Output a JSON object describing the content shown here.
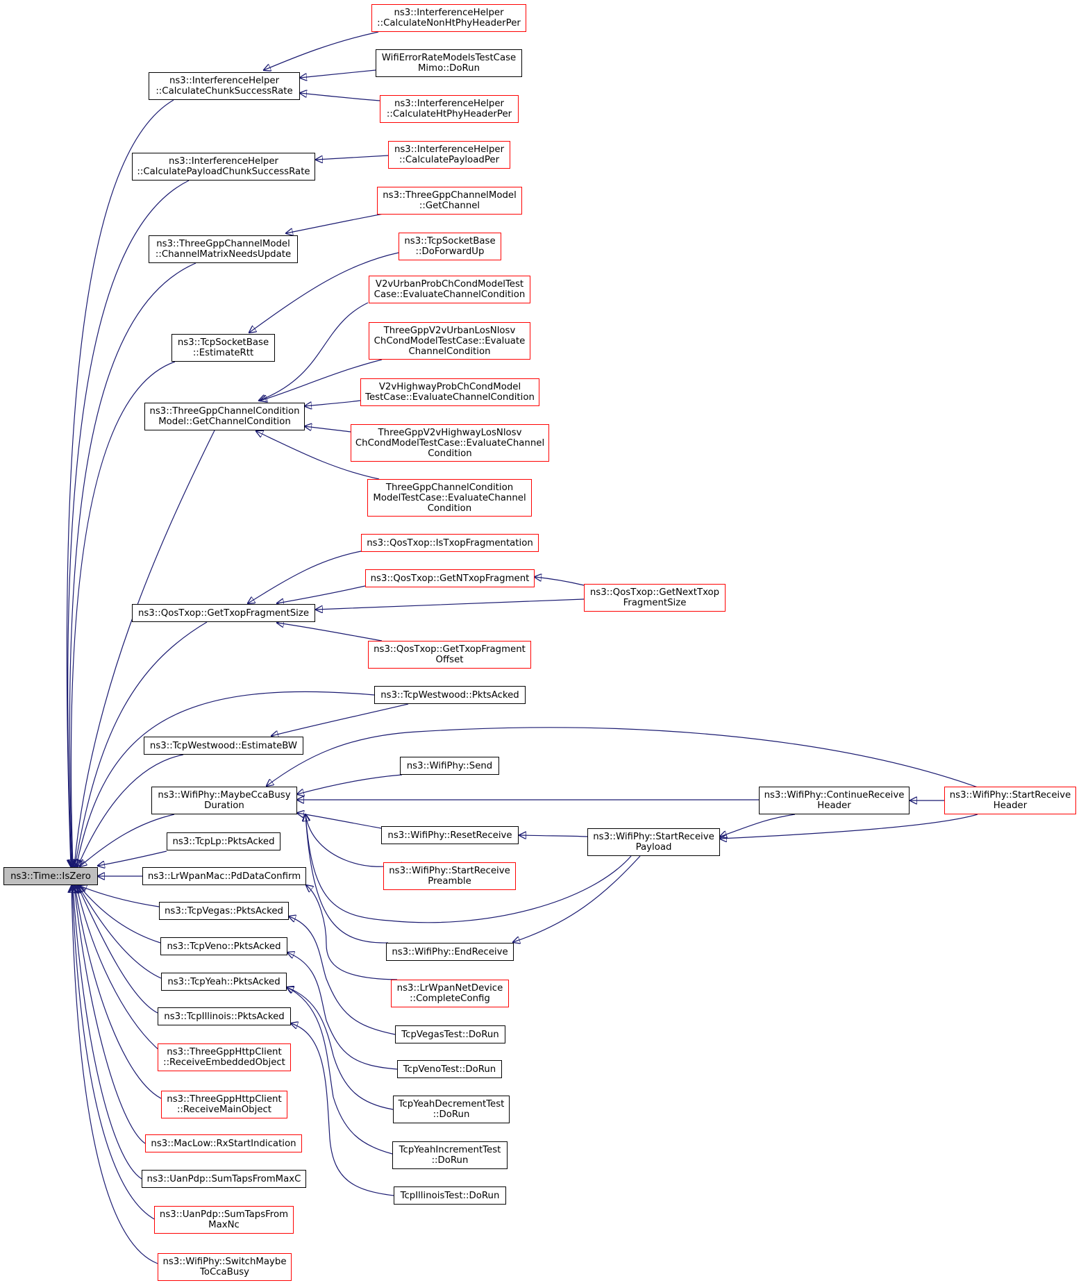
{
  "colors": {
    "edge": "#191970",
    "box_border": "#000000",
    "box_border_truncated": "#ff0000",
    "root_fill": "#bfbfbf"
  },
  "nodes": {
    "root": {
      "label": "ns3::Time::IsZero"
    },
    "calc_chunk": {
      "label": "ns3::InterferenceHelper\n::CalculateChunkSuccessRate"
    },
    "calc_nonht": {
      "label": "ns3::InterferenceHelper\n::CalculateNonHtPhyHeaderPer"
    },
    "wifi_err_mimo": {
      "label": "WifiErrorRateModelsTestCase\nMimo::DoRun"
    },
    "calc_ht": {
      "label": "ns3::InterferenceHelper\n::CalculateHtPhyHeaderPer"
    },
    "calc_payload_chunk": {
      "label": "ns3::InterferenceHelper\n::CalculatePayloadChunkSuccessRate"
    },
    "calc_payload_per": {
      "label": "ns3::InterferenceHelper\n::CalculatePayloadPer"
    },
    "tgpp_get_channel": {
      "label": "ns3::ThreeGppChannelModel\n::GetChannel"
    },
    "tgpp_matrix": {
      "label": "ns3::ThreeGppChannelModel\n::ChannelMatrixNeedsUpdate"
    },
    "tcp_forward_up": {
      "label": "ns3::TcpSocketBase\n::DoForwardUp"
    },
    "tcp_estimate_rtt": {
      "label": "ns3::TcpSocketBase\n::EstimateRtt"
    },
    "v2v_urban_prob": {
      "label": "V2vUrbanProbChCondModelTest\nCase::EvaluateChannelCondition"
    },
    "tgpp_v2v_urban_los": {
      "label": "ThreeGppV2vUrbanLosNlosv\nChCondModelTestCase::Evaluate\nChannelCondition"
    },
    "tgpp_get_cond": {
      "label": "ns3::ThreeGppChannelCondition\nModel::GetChannelCondition"
    },
    "v2v_highway_prob": {
      "label": "V2vHighwayProbChCondModel\nTestCase::EvaluateChannelCondition"
    },
    "tgpp_v2v_highway_los": {
      "label": "ThreeGppV2vHighwayLosNlosv\nChCondModelTestCase::EvaluateChannel\nCondition"
    },
    "tgpp_cond_test": {
      "label": "ThreeGppChannelCondition\nModelTestCase::EvaluateChannel\nCondition"
    },
    "qos_is_frag": {
      "label": "ns3::QosTxop::IsTxopFragmentation"
    },
    "qos_get_n": {
      "label": "ns3::QosTxop::GetNTxopFragment"
    },
    "qos_get_next": {
      "label": "ns3::QosTxop::GetNextTxop\nFragmentSize"
    },
    "qos_get_size": {
      "label": "ns3::QosTxop::GetTxopFragmentSize"
    },
    "qos_get_offset": {
      "label": "ns3::QosTxop::GetTxopFragment\nOffset"
    },
    "westwood_pkts": {
      "label": "ns3::TcpWestwood::PktsAcked"
    },
    "westwood_bw": {
      "label": "ns3::TcpWestwood::EstimateBW"
    },
    "wifi_send": {
      "label": "ns3::WifiPhy::Send"
    },
    "wifi_maybe_cca": {
      "label": "ns3::WifiPhy::MaybeCcaBusy\nDuration"
    },
    "wifi_continue_hdr": {
      "label": "ns3::WifiPhy::ContinueReceive\nHeader"
    },
    "wifi_start_hdr": {
      "label": "ns3::WifiPhy::StartReceive\nHeader"
    },
    "tcplp_pkts": {
      "label": "ns3::TcpLp::PktsAcked"
    },
    "wifi_reset": {
      "label": "ns3::WifiPhy::ResetReceive"
    },
    "wifi_start_payload": {
      "label": "ns3::WifiPhy::StartReceive\nPayload"
    },
    "lrwpan_pd": {
      "label": "ns3::LrWpanMac::PdDataConfirm"
    },
    "wifi_start_preamble": {
      "label": "ns3::WifiPhy::StartReceive\nPreamble"
    },
    "vegas_pkts": {
      "label": "ns3::TcpVegas::PktsAcked"
    },
    "veno_pkts": {
      "label": "ns3::TcpVeno::PktsAcked"
    },
    "wifi_end_receive": {
      "label": "ns3::WifiPhy::EndReceive"
    },
    "yeah_pkts": {
      "label": "ns3::TcpYeah::PktsAcked"
    },
    "lrwpan_complete": {
      "label": "ns3::LrWpanNetDevice\n::CompleteConfig"
    },
    "illinois_pkts": {
      "label": "ns3::TcpIllinois::PktsAcked"
    },
    "vegas_test": {
      "label": "TcpVegasTest::DoRun"
    },
    "http_embedded": {
      "label": "ns3::ThreeGppHttpClient\n::ReceiveEmbeddedObject"
    },
    "veno_test": {
      "label": "TcpVenoTest::DoRun"
    },
    "http_main": {
      "label": "ns3::ThreeGppHttpClient\n::ReceiveMainObject"
    },
    "yeah_dec_test": {
      "label": "TcpYeahDecrementTest\n::DoRun"
    },
    "maclow_rx": {
      "label": "ns3::MacLow::RxStartIndication"
    },
    "yeah_inc_test": {
      "label": "TcpYeahIncrementTest\n::DoRun"
    },
    "uan_maxc": {
      "label": "ns3::UanPdp::SumTapsFromMaxC"
    },
    "illinois_test": {
      "label": "TcpIllinoisTest::DoRun"
    },
    "uan_maxnc": {
      "label": "ns3::UanPdp::SumTapsFrom\nMaxNc"
    },
    "wifi_switch_cca": {
      "label": "ns3::WifiPhy::SwitchMaybe\nToCcaBusy"
    }
  }
}
